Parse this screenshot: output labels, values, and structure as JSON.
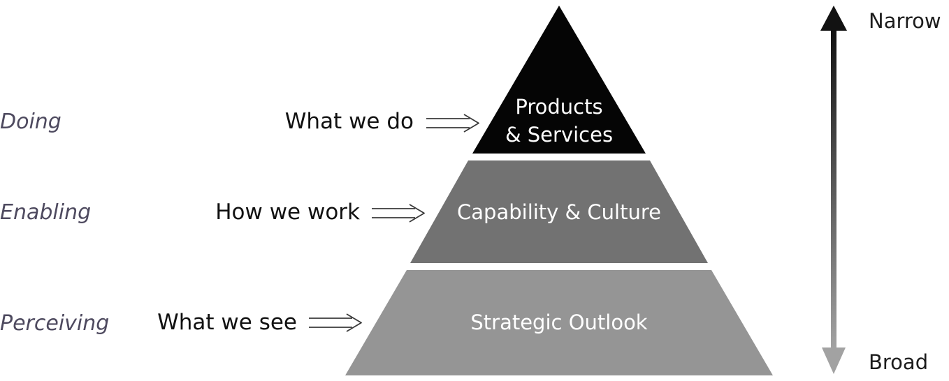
{
  "levels": [
    {
      "perspective": "Doing",
      "description": "What we do",
      "tier_lines": [
        "Products",
        "& Services"
      ],
      "tier_color": "#050505"
    },
    {
      "perspective": "Enabling",
      "description": "How we work",
      "tier_lines": [
        "Capability & Culture"
      ],
      "tier_color": "#727272"
    },
    {
      "perspective": "Perceiving",
      "description": "What we see",
      "tier_lines": [
        "Strategic Outlook"
      ],
      "tier_color": "#959595"
    }
  ],
  "scale": {
    "top_label": "Narrow",
    "bottom_label": "Broad"
  },
  "colors": {
    "arrow_stroke": "#3a3a3a",
    "scale_top": "#121212",
    "scale_bottom": "#a2a2a2"
  }
}
